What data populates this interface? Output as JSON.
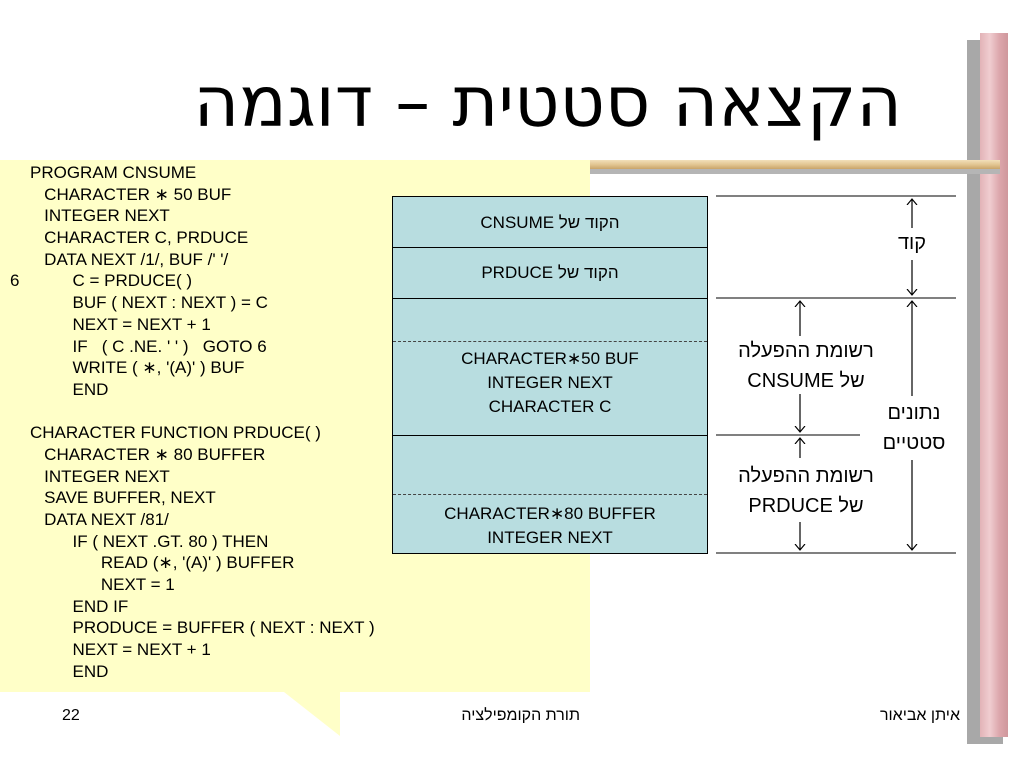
{
  "title": "הקצאה סטטית – דוגמה",
  "code": [
    {
      "num": "",
      "text": "PROGRAM CNSUME"
    },
    {
      "num": "",
      "text": "   CHARACTER ∗ 50 BUF"
    },
    {
      "num": "",
      "text": "   INTEGER NEXT"
    },
    {
      "num": "",
      "text": "   CHARACTER C, PRDUCE"
    },
    {
      "num": "",
      "text": "   DATA NEXT /1/, BUF /' '/"
    },
    {
      "num": "6",
      "text": "         C = PRDUCE( )"
    },
    {
      "num": "",
      "text": "         BUF ( NEXT : NEXT ) = C"
    },
    {
      "num": "",
      "text": "         NEXT = NEXT + 1"
    },
    {
      "num": "",
      "text": "         IF   ( C .NE. ' ' )   GOTO 6"
    },
    {
      "num": "",
      "text": "         WRITE ( ∗, '(A)' ) BUF"
    },
    {
      "num": "",
      "text": "         END"
    },
    {
      "num": "",
      "text": ""
    },
    {
      "num": "",
      "text": "CHARACTER FUNCTION PRDUCE( )"
    },
    {
      "num": "",
      "text": "   CHARACTER ∗ 80 BUFFER"
    },
    {
      "num": "",
      "text": "   INTEGER NEXT"
    },
    {
      "num": "",
      "text": "   SAVE BUFFER, NEXT"
    },
    {
      "num": "",
      "text": "   DATA NEXT /81/"
    },
    {
      "num": "",
      "text": "         IF ( NEXT .GT. 80 ) THEN"
    },
    {
      "num": "",
      "text": "               READ (∗, '(A)' ) BUFFER"
    },
    {
      "num": "",
      "text": "               NEXT = 1"
    },
    {
      "num": "",
      "text": "         END IF"
    },
    {
      "num": "",
      "text": "         PRODUCE = BUFFER ( NEXT : NEXT )"
    },
    {
      "num": "",
      "text": "         NEXT = NEXT + 1"
    },
    {
      "num": "",
      "text": "         END"
    }
  ],
  "memory": {
    "cnsume_code": "הקוד של CNSUME",
    "prduce_code": "הקוד של PRDUCE",
    "cnsume_data": [
      "CHARACTER∗50 BUF",
      "INTEGER NEXT",
      "CHARACTER C"
    ],
    "prduce_data": [
      "CHARACTER∗80 BUFFER",
      "INTEGER NEXT"
    ]
  },
  "labels": {
    "code": "קוד",
    "cnsume_record": [
      "רשומת ההפעלה",
      "של CNSUME"
    ],
    "static_data": [
      "נתונים",
      "סטטיים"
    ],
    "prduce_record": [
      "רשומת ההפעלה",
      "של PRDUCE"
    ]
  },
  "footer": {
    "page_number": "22",
    "course": "תורת הקומפילציה",
    "author": "איתן אביאור"
  }
}
